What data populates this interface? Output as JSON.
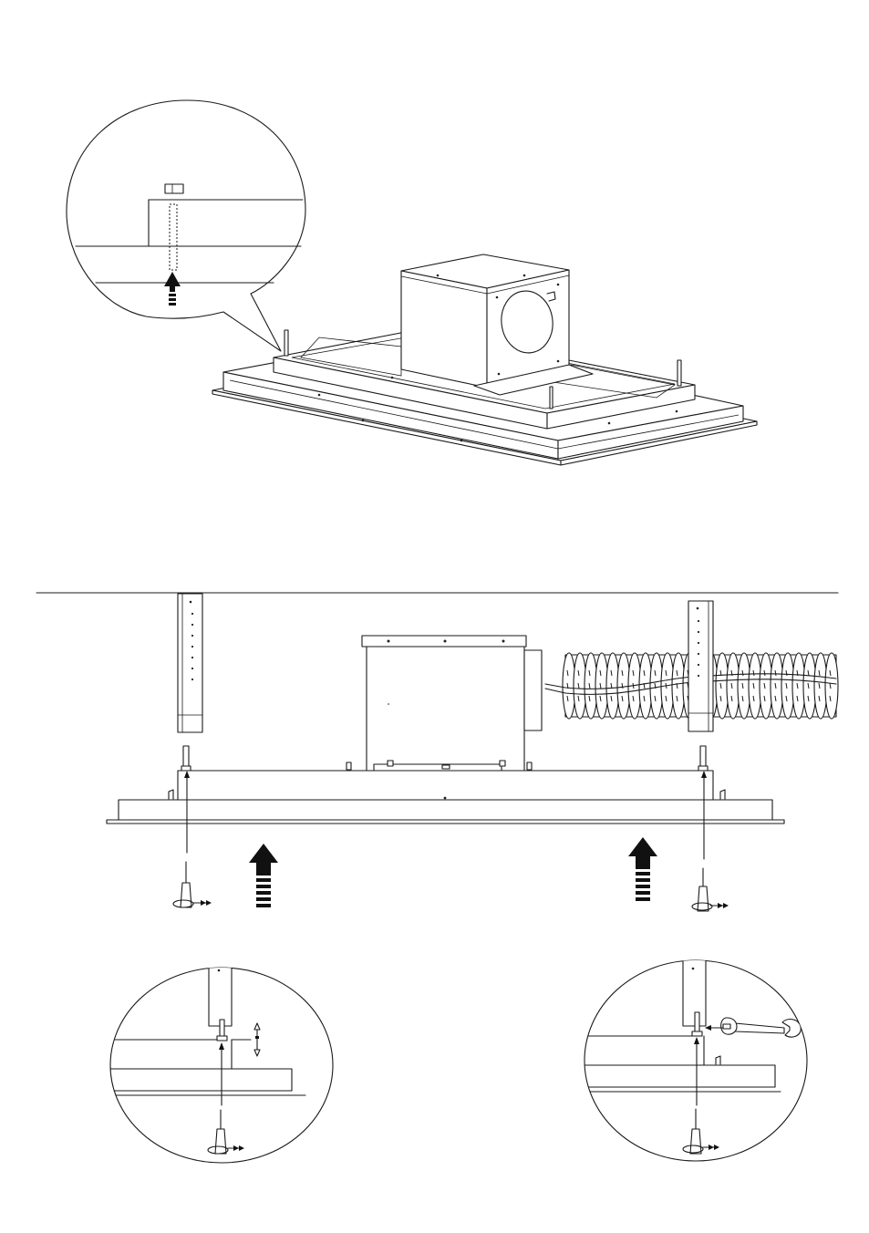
{
  "figure": {
    "top": {
      "parts": [
        "detail-callout",
        "hood-body",
        "motor-box",
        "threaded-rod",
        "upward-arrow"
      ]
    },
    "bottom": {
      "parts": [
        "ceiling-line",
        "bracket-left",
        "bracket-right",
        "motor-box",
        "flex-duct",
        "screwdriver-left",
        "screwdriver-right",
        "push-arrow-left",
        "push-arrow-right"
      ]
    },
    "details": {
      "left_icons": [
        "screwdriver-icon",
        "height-adjust-icon"
      ],
      "right_icons": [
        "screwdriver-icon",
        "wrench-icon"
      ]
    },
    "colors": {
      "ink": "#1a1a1a",
      "paper": "#ffffff"
    }
  }
}
